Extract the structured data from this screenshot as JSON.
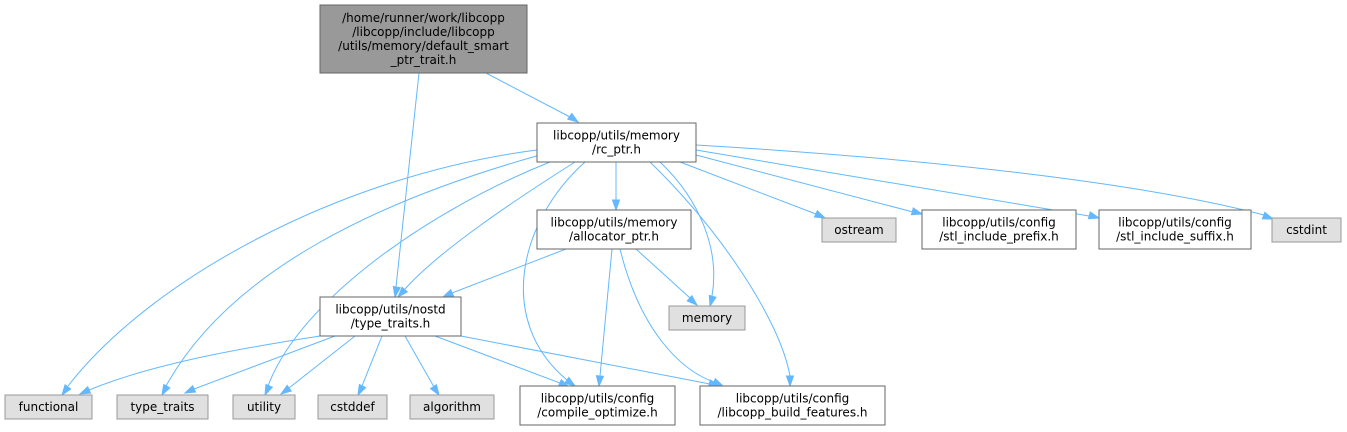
{
  "colors": {
    "edge": "#63b8ff",
    "root_fill": "#999999",
    "root_border": "#666666",
    "header_fill": "#ffffff",
    "header_border": "#666666",
    "external_fill": "#e0e0e0",
    "external_border": "#999999"
  },
  "nodes": {
    "root": [
      "/home/runner/work/libcopp",
      "/libcopp/include/libcopp",
      "/utils/memory/default_smart",
      "_ptr_trait.h"
    ],
    "rc_ptr": [
      "libcopp/utils/memory",
      "/rc_ptr.h"
    ],
    "allocator_ptr": [
      "libcopp/utils/memory",
      "/allocator_ptr.h"
    ],
    "type_traits_h": [
      "libcopp/utils/nostd",
      "/type_traits.h"
    ],
    "memory": [
      "memory"
    ],
    "ostream": [
      "ostream"
    ],
    "stl_include_prefix": [
      "libcopp/utils/config",
      "/stl_include_prefix.h"
    ],
    "stl_include_suffix": [
      "libcopp/utils/config",
      "/stl_include_suffix.h"
    ],
    "cstdint": [
      "cstdint"
    ],
    "functional": [
      "functional"
    ],
    "type_traits": [
      "type_traits"
    ],
    "utility": [
      "utility"
    ],
    "cstddef": [
      "cstddef"
    ],
    "algorithm": [
      "algorithm"
    ],
    "compile_optimize": [
      "libcopp/utils/config",
      "/compile_optimize.h"
    ],
    "libcopp_build_features": [
      "libcopp/utils/config",
      "/libcopp_build_features.h"
    ]
  }
}
